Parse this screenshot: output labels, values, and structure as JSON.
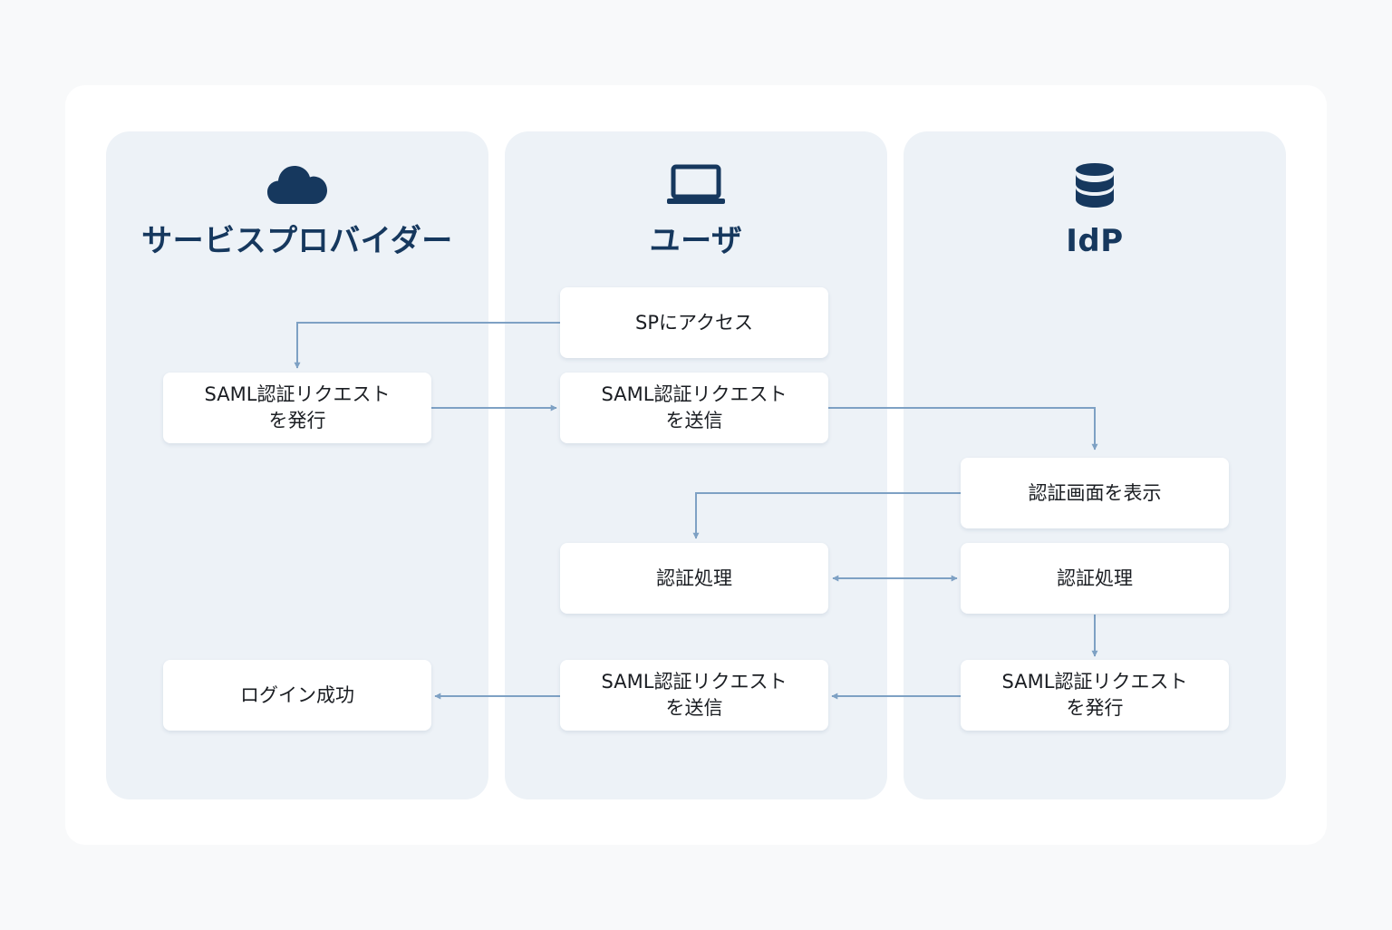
{
  "colors": {
    "title": "#16385e",
    "lane_bg": "#edf2f7",
    "arrow": "#7ea1c4",
    "box_text": "#1a1d22"
  },
  "lanes": [
    {
      "title": "サービスプロバイダー",
      "icon": "cloud-icon"
    },
    {
      "title": "ユーザ",
      "icon": "laptop-icon"
    },
    {
      "title": "IdP",
      "icon": "database-icon"
    }
  ],
  "steps": {
    "user_access_sp": "SPにアクセス",
    "sp_issue_request": "SAML認証リクエスト\nを発行",
    "user_send_request": "SAML認証リクエスト\nを送信",
    "idp_show_screen": "認証画面を表示",
    "user_auth_process": "認証処理",
    "idp_auth_process": "認証処理",
    "idp_issue_response": "SAML認証リクエスト\nを発行",
    "user_send_response": "SAML認証リクエスト\nを送信",
    "sp_login_success": "ログイン成功"
  }
}
